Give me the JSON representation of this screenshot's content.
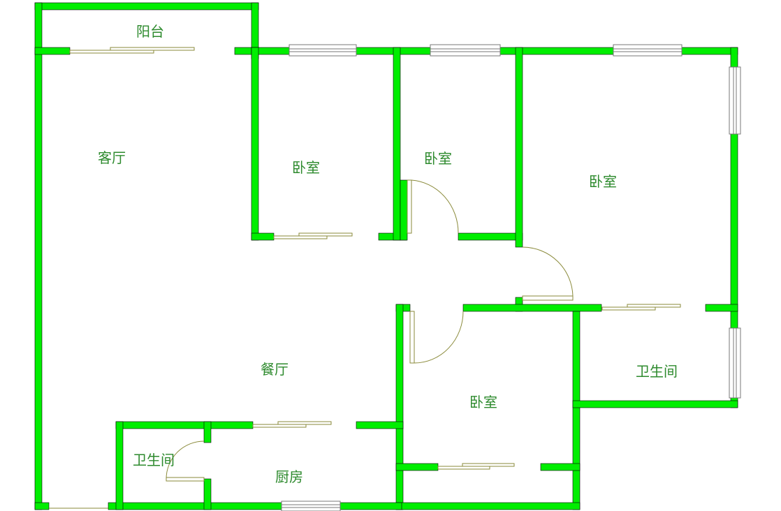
{
  "colors": {
    "wall": "#00ee00",
    "wall_edge": "#000000",
    "text": "#2d8a2d",
    "door": "#8a8a3a",
    "window_frame": "#777777",
    "background": "#ffffff"
  },
  "rooms": {
    "balcony": "阳台",
    "living_room": "客厅",
    "bedroom_1": "卧室",
    "bedroom_2": "卧室",
    "bedroom_3": "卧室",
    "bedroom_4": "卧室",
    "dining_room": "餐厅",
    "bathroom_1": "卫生间",
    "bathroom_2": "卫生间",
    "kitchen": "厨房"
  }
}
